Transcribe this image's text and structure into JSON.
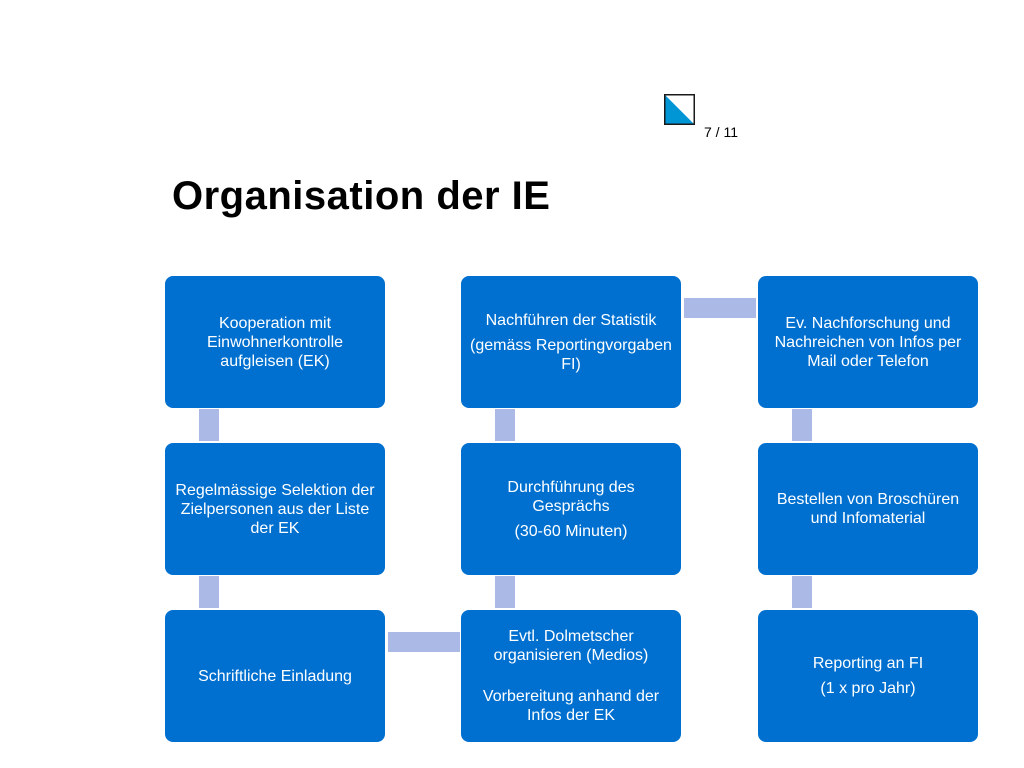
{
  "slide": {
    "page_number": "7 / 11",
    "title": "Organisation der IE",
    "logo_colors": {
      "primary": "#0096d6",
      "secondary": "#ffffff",
      "border": "#1a1a1a"
    }
  },
  "diagram": {
    "box_color": "#0070d0",
    "connector_color": "#aab9e6",
    "columns": [
      {
        "boxes": [
          {
            "lines": [
              "Kooperation mit Einwohnerkontrolle aufgleisen (EK)"
            ]
          },
          {
            "lines": [
              "Regelmässige Selektion der Zielpersonen aus der Liste der EK"
            ]
          },
          {
            "lines": [
              "Schriftliche Einladung"
            ]
          }
        ]
      },
      {
        "boxes": [
          {
            "lines": [
              "Nachführen der Statistik",
              "(gemäss Reportingvorgaben FI)"
            ]
          },
          {
            "lines": [
              "Durchführung des Gesprächs",
              "(30-60 Minuten)"
            ]
          },
          {
            "lines": [
              "Evtl. Dolmetscher organisieren (Medios)",
              "Vorbereitung anhand der Infos der EK"
            ]
          }
        ]
      },
      {
        "boxes": [
          {
            "lines": [
              "Ev. Nachforschung und Nachreichen von Infos per Mail oder Telefon"
            ]
          },
          {
            "lines": [
              "Bestellen von Broschüren und Infomaterial"
            ]
          },
          {
            "lines": [
              "Reporting an FI",
              "(1 x pro Jahr)"
            ]
          }
        ]
      }
    ]
  }
}
